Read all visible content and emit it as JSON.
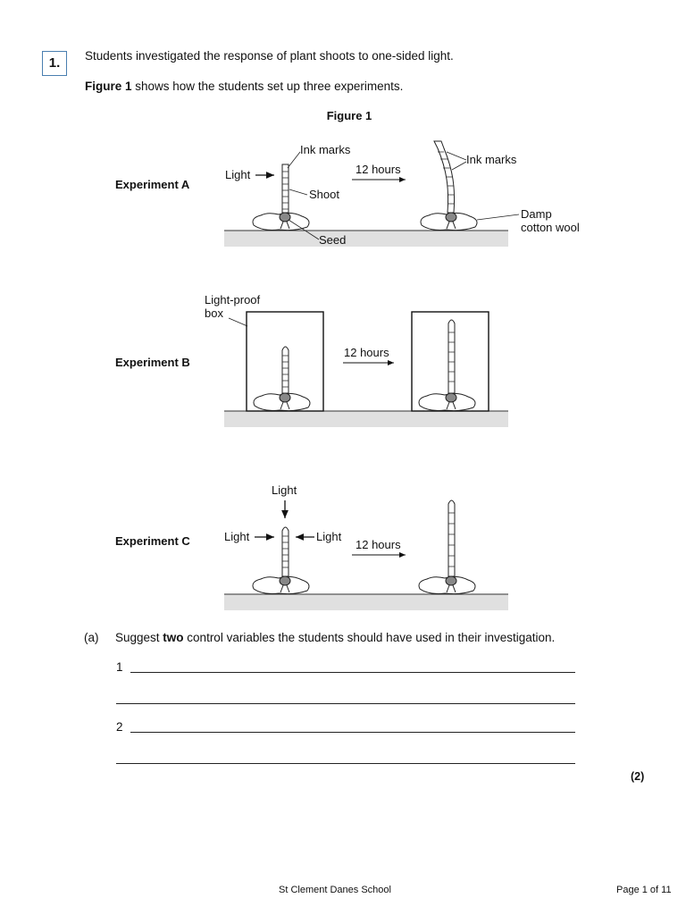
{
  "question": {
    "number": "1.",
    "intro": "Students investigated the response of plant shoots to one-sided light.",
    "figure_ref_bold": "Figure 1",
    "figure_ref_rest": " shows how the students set up three experiments."
  },
  "figure": {
    "title": "Figure 1",
    "experiment_a": {
      "label": "Experiment A",
      "light": "Light",
      "ink_marks_left": "Ink marks",
      "shoot": "Shoot",
      "seed": "Seed",
      "hours": "12 hours",
      "ink_marks_right": "Ink marks",
      "damp": "Damp",
      "cotton_wool": "cotton wool"
    },
    "experiment_b": {
      "label": "Experiment B",
      "box_line1": "Light-proof",
      "box_line2": "box",
      "hours": "12 hours"
    },
    "experiment_c": {
      "label": "Experiment C",
      "light_top": "Light",
      "light_left": "Light",
      "light_right": "Light",
      "hours": "12 hours"
    }
  },
  "part_a": {
    "letter": "(a)",
    "text_before": "Suggest ",
    "text_bold": "two",
    "text_after": " control variables the students should have used in their investigation.",
    "answer_1": "1",
    "answer_2": "2",
    "marks": "(2)"
  },
  "footer": {
    "school": "St Clement Danes School",
    "page": "Page 1 of 11"
  }
}
